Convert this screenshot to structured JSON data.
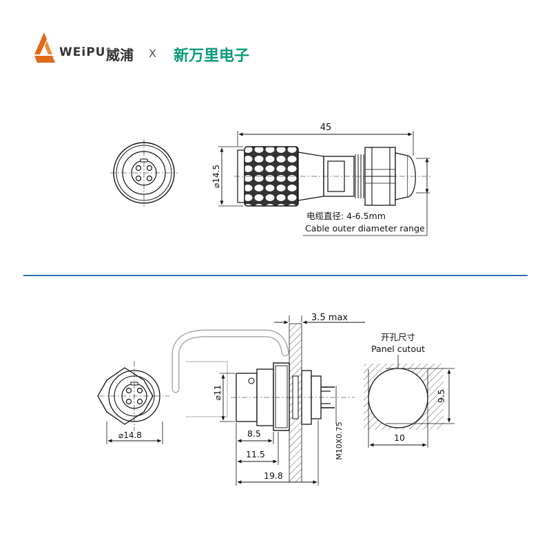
{
  "brand": {
    "name_en": "WEiPU",
    "registered_mark": "®",
    "name_cn": "威浦",
    "times": "X",
    "partner_cn": "新万里电子",
    "partner_color": "#0a9a7a",
    "logo_color": "#e06a1b",
    "divider_color": "#2f6fb5"
  },
  "top_drawing": {
    "length_dim": "45",
    "diameter_dim": "⌀14.5",
    "cable_range_cn": "电缆直径: 4-6.5mm",
    "cable_range_en": "Cable outer  diameter range"
  },
  "bottom_drawing": {
    "panel_max_dim": "3.5  max",
    "front_diameter_dim": "⌀14.8",
    "body_diameter_dim": "⌀11",
    "dim_8_5": "8.5",
    "dim_11_5": "11.5",
    "dim_19_8": "19.8",
    "thread_dim": "M10X0.75",
    "cutout_title_cn": "开孔尺寸",
    "cutout_title_en": "Panel cutout",
    "cutout_width": "10",
    "cutout_height": "9.5"
  }
}
